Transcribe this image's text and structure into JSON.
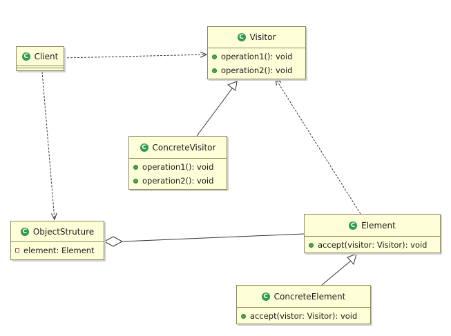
{
  "diagram": {
    "classes": {
      "visitor": {
        "name": "Visitor",
        "methods": [
          "operation1(): void",
          "operation2(): void"
        ]
      },
      "client": {
        "name": "Client"
      },
      "concrete_visitor": {
        "name": "ConcreteVisitor",
        "methods": [
          "operation1(): void",
          "operation2(): void"
        ]
      },
      "object_structure": {
        "name": "ObjectStruture",
        "attributes": [
          "element: Element"
        ]
      },
      "element": {
        "name": "Element",
        "methods": [
          "accept(visitor: Visitor): void"
        ]
      },
      "concrete_element": {
        "name": "ConcreteElement",
        "methods": [
          "accept(vistor: Visitor): void"
        ]
      }
    },
    "colors": {
      "class_fill": "#fefed8",
      "class_border": "#8c8c5c",
      "class_icon": "#2e9a4c",
      "method_dot": "#4aa84a",
      "attribute_marker": "#c0393b",
      "edge": "#333333"
    },
    "icon_names": {
      "class_icon": "class-c-icon",
      "method_icon": "public-method-icon",
      "attribute_icon": "private-field-icon"
    }
  }
}
